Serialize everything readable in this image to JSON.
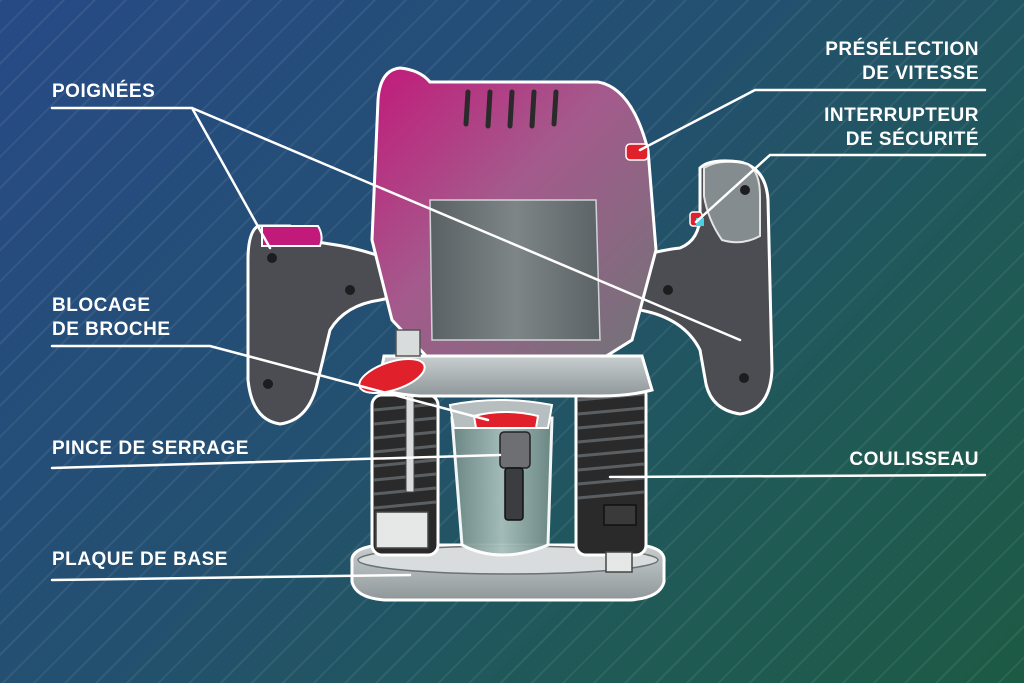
{
  "labels": {
    "poignees": "POIGNÉES",
    "preselection_line1": "PRÉSÉLECTION",
    "preselection_line2": "DE VITESSE",
    "interrupteur_line1": "INTERRUPTEUR",
    "interrupteur_line2": "DE SÉCURITÉ",
    "blocage_line1": "BLOCAGE",
    "blocage_line2": "DE BROCHE",
    "pince": "PINCE DE SERRAGE",
    "coulisseau": "COULISSEAU",
    "plaque": "PLAQUE DE BASE"
  },
  "colors": {
    "accent_magenta": "#c21a7a",
    "accent_red": "#e0202a",
    "grip_gray": "#4b4d52",
    "metal_gray": "#8f979a",
    "spring_dark": "#2a2a2a",
    "leader_line": "#ffffff"
  }
}
